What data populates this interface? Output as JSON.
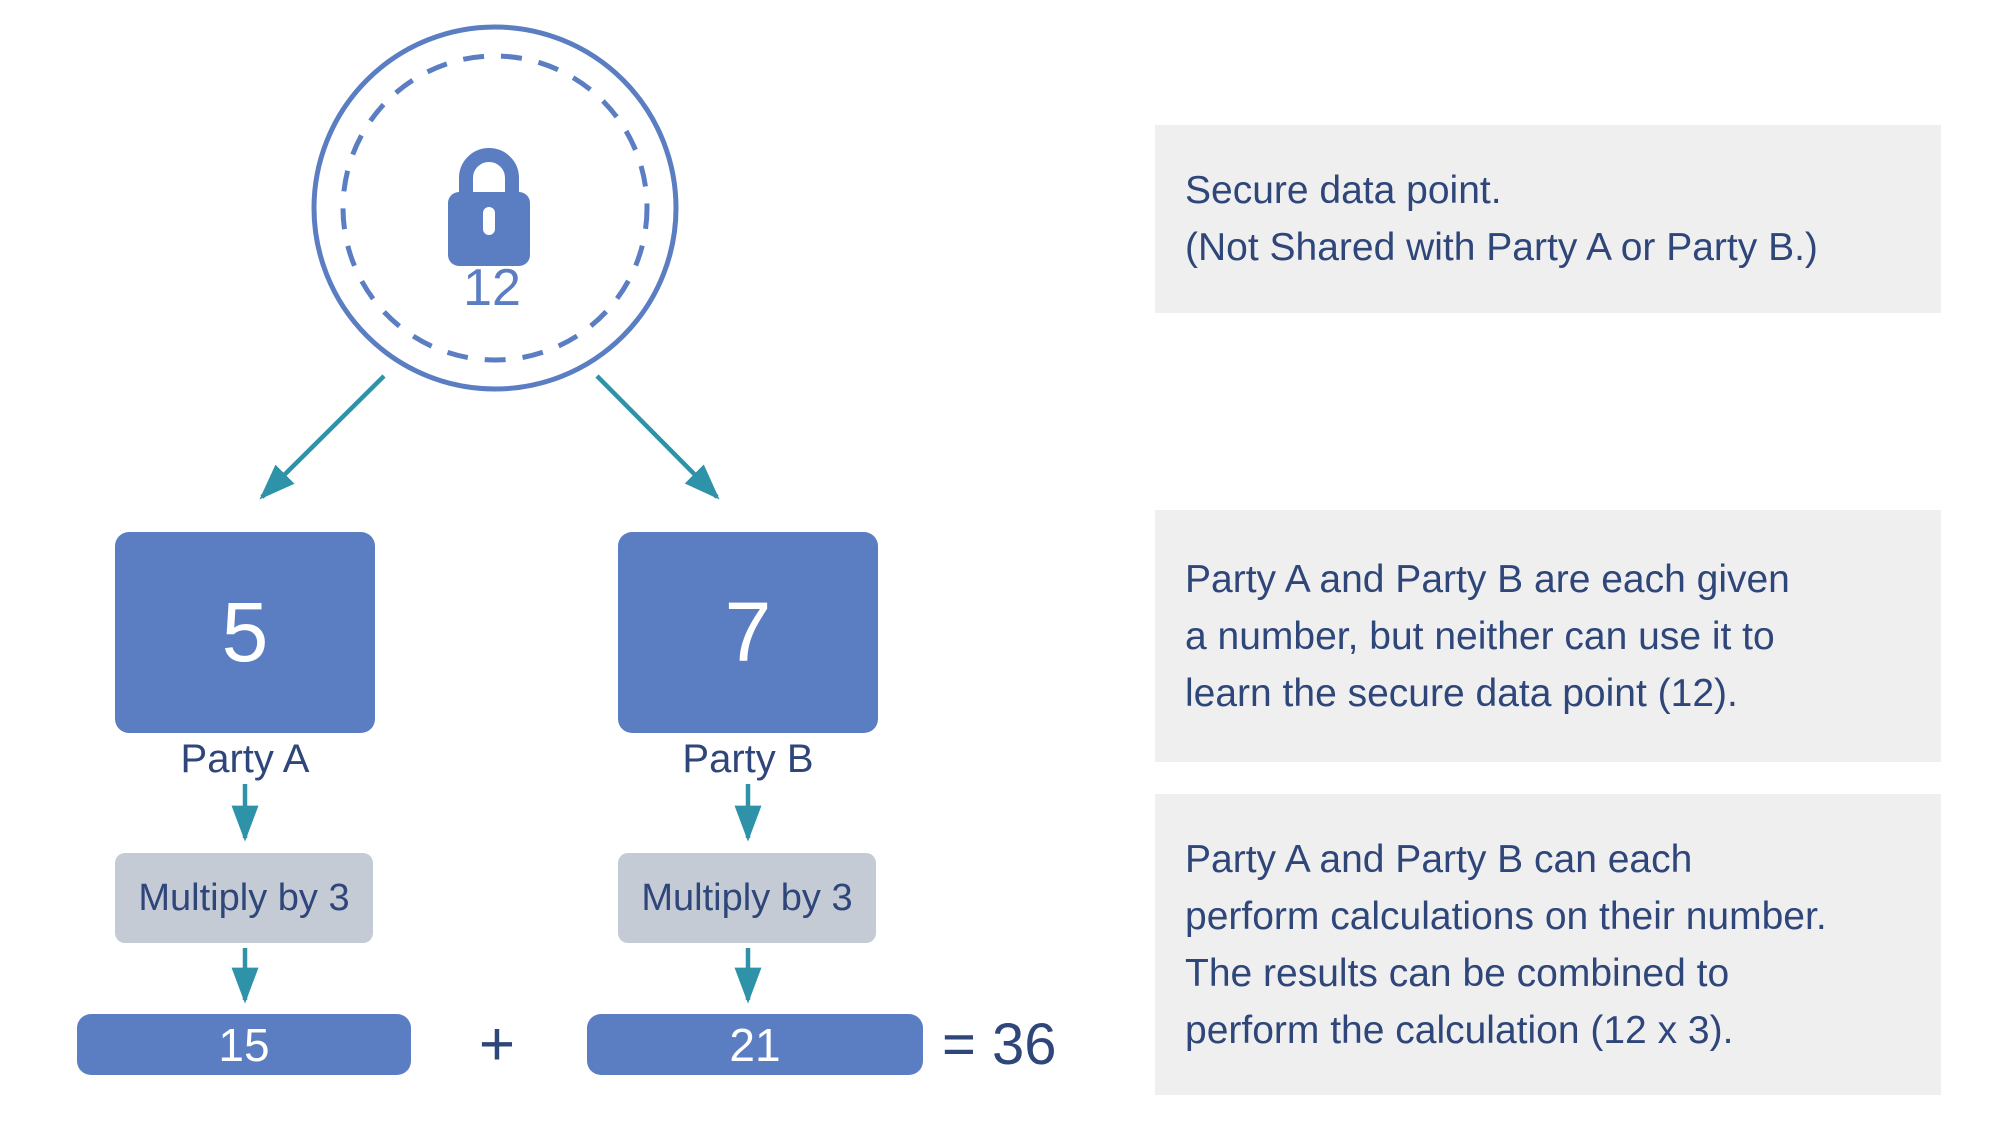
{
  "title": "Secure multi-party computation diagram",
  "colors": {
    "blue": "#5b7ec3",
    "teal": "#2e93a8",
    "navy": "#2e4679",
    "operation_box_gray": "#c5cbd5",
    "panel_gray": "#efefef",
    "white_text": "#ffffff"
  },
  "diagram": {
    "secure_node": {
      "value": "12",
      "icon": "lock-icon"
    },
    "party_a": {
      "share_value": "5",
      "label": "Party A",
      "operation": "Multiply by 3",
      "result_value": "15"
    },
    "party_b": {
      "share_value": "7",
      "label": "Party B",
      "operation": "Multiply by 3",
      "result_value": "21"
    },
    "plus_sign": "+",
    "equals_result": "= 36"
  },
  "panels": [
    {
      "lines": [
        "Secure data point.",
        "(Not Shared with Party A or Party B.)"
      ]
    },
    {
      "lines": [
        "Party A and Party B are each given",
        "a number, but neither can use it to",
        "learn the secure data point (12)."
      ]
    },
    {
      "lines": [
        "Party A and Party B can each",
        "perform calculations on their number.",
        "The results can be combined to",
        "perform the calculation (12 x 3)."
      ]
    }
  ]
}
